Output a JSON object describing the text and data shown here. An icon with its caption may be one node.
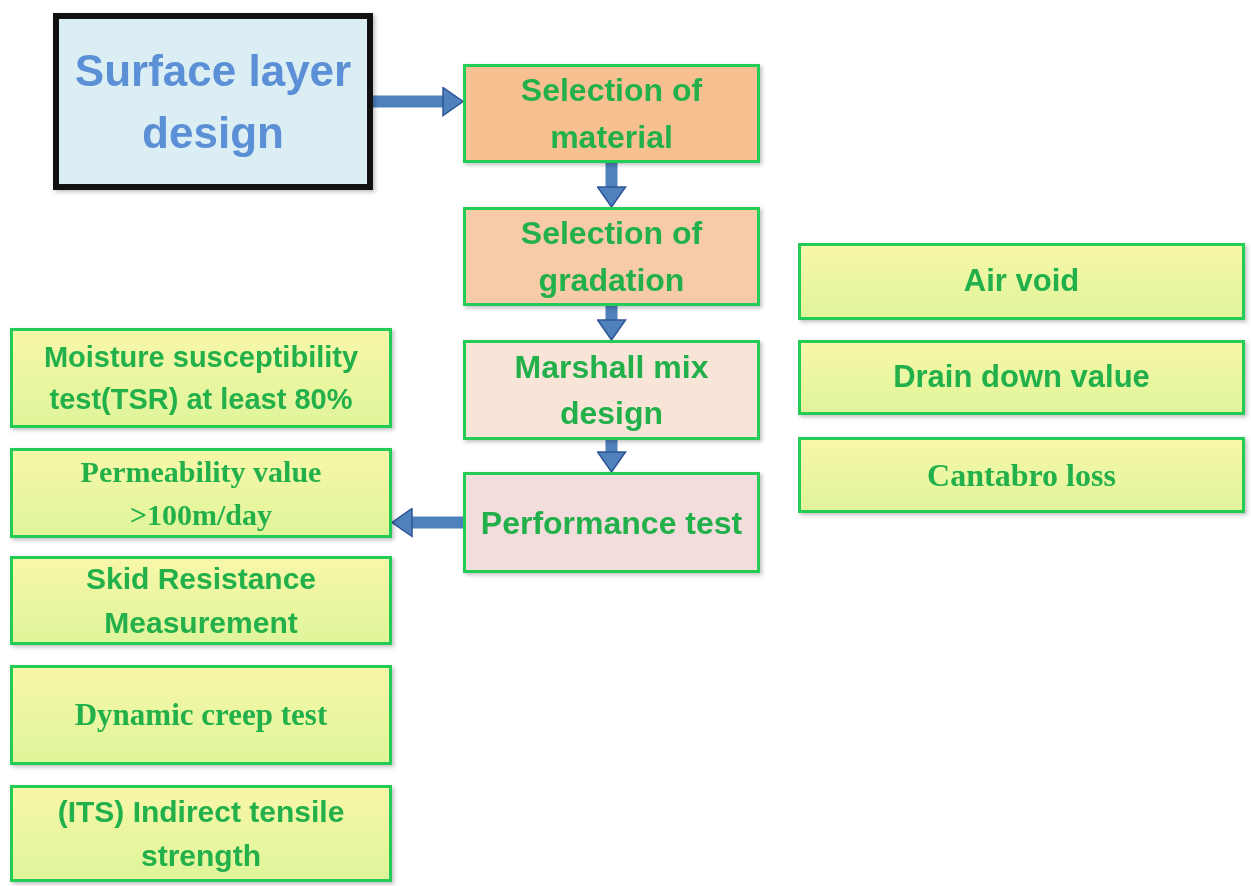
{
  "diagram": {
    "nodes": [
      {
        "text": [
          "Surface layer design"
        ]
      },
      {
        "text": [
          "Selection of material"
        ]
      },
      {
        "text": [
          "Selection of gradation"
        ]
      },
      {
        "text": [
          "Marshall mix design"
        ]
      },
      {
        "text": [
          "Performance test"
        ]
      },
      {
        "text": [
          "Moisture susceptibility test(TSR) at least 80%"
        ]
      },
      {
        "text": [
          "Permeability value >100m/day"
        ]
      },
      {
        "text": [
          "Skid Resistance Measurement"
        ]
      },
      {
        "text": [
          "Dynamic creep test"
        ]
      },
      {
        "text": [
          "(ITS) Indirect tensile strength"
        ]
      },
      {
        "text": [
          "Air void"
        ]
      },
      {
        "text": [
          "Drain down value"
        ]
      },
      {
        "text": [
          "Cantabro loss"
        ]
      }
    ],
    "edges": [
      {
        "from": 0,
        "to": 1,
        "arrow": "to"
      },
      {
        "from": 1,
        "to": 2,
        "arrow": "to"
      },
      {
        "from": 2,
        "to": 3,
        "arrow": "to"
      },
      {
        "from": 3,
        "to": 4,
        "arrow": "to"
      },
      {
        "from": 4,
        "to": 6,
        "arrow": "to"
      }
    ]
  }
}
